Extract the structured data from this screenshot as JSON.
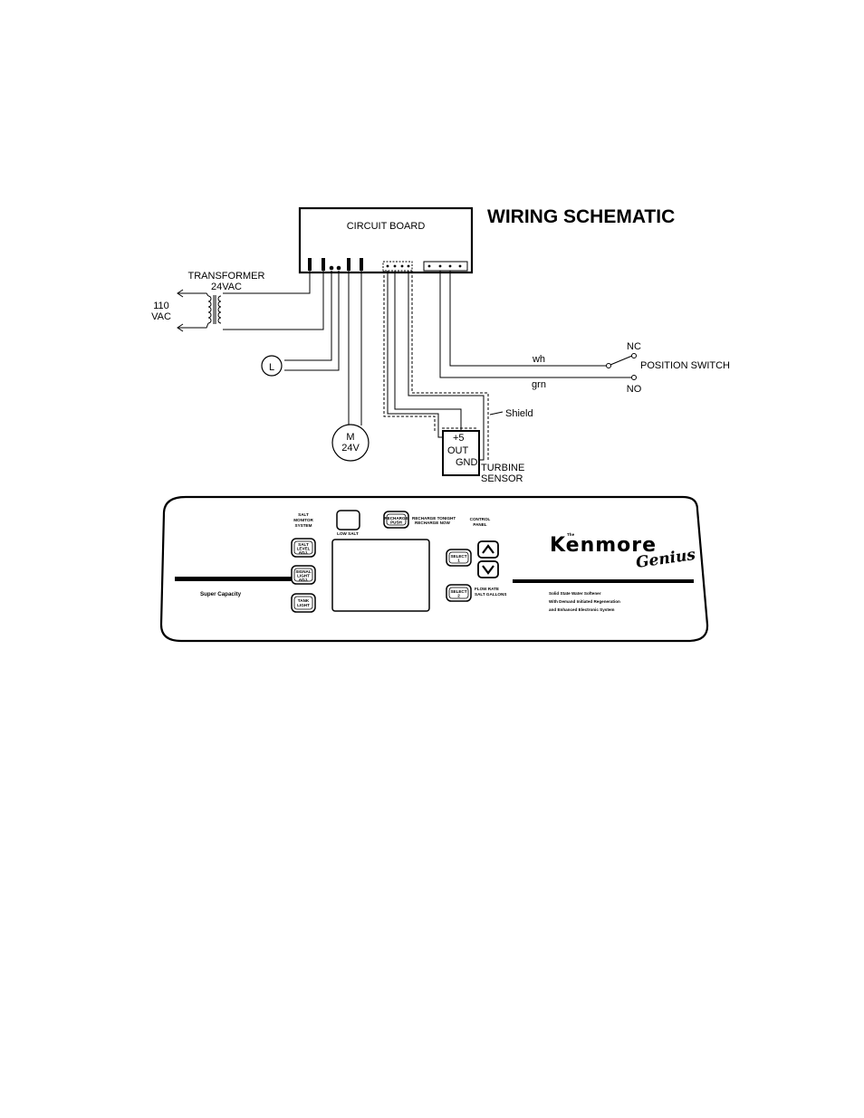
{
  "schematic": {
    "title": "WIRING SCHEMATIC",
    "circuit_board": "CIRCUIT BOARD",
    "transformer_line1": "TRANSFORMER",
    "transformer_line2": "24VAC",
    "supply_line1": "110",
    "supply_line2": "VAC",
    "lamp": "L",
    "motor_line1": "M",
    "motor_line2": "24V",
    "wire_white": "wh",
    "wire_green": "grn",
    "switch_nc": "NC",
    "switch_no": "NO",
    "switch_label": "POSITION SWITCH",
    "shield": "Shield",
    "sensor_plus5": "+5",
    "sensor_out": "OUT",
    "sensor_gnd": "GND",
    "sensor_label_line1": "TURBINE",
    "sensor_label_line2": "SENSOR"
  },
  "panel": {
    "salt_monitor_line1": "SALT",
    "salt_monitor_line2": "MONITOR",
    "salt_monitor_line3": "SYSTEM",
    "btn_salt_level_1": "SALT",
    "btn_salt_level_2": "LEVEL",
    "btn_salt_level_3": "ADJ.",
    "btn_signal_light_1": "SIGNAL",
    "btn_signal_light_2": "LIGHT",
    "btn_signal_light_3": "ADJ.",
    "btn_tank_light_1": "TANK",
    "btn_tank_light_2": "LIGHT",
    "low_salt": "LOW SALT",
    "btn_recharge_1": "RECHARGE",
    "btn_recharge_2": "PUSH",
    "recharge_tonight": "RECHARGE TONIGHT",
    "recharge_now": "RECHARGE NOW",
    "control_panel_line1": "CONTROL",
    "control_panel_line2": "PANEL",
    "btn_select_1_a": "SELECT",
    "btn_select_1_b": "1",
    "btn_select_2_a": "SELECT",
    "btn_select_2_b": "2",
    "select2_hint_1": "FLOW RATE",
    "select2_hint_2": "SALT GALLONS",
    "super_capacity": "Super Capacity",
    "brand_the": "The",
    "brand_name": "Kenmore",
    "brand_genius": "Genius",
    "desc_line1": "Solid State Water Softener",
    "desc_line2": "With Demand Initiated Regeneration",
    "desc_line3": "and Enhanced Electronic System"
  }
}
